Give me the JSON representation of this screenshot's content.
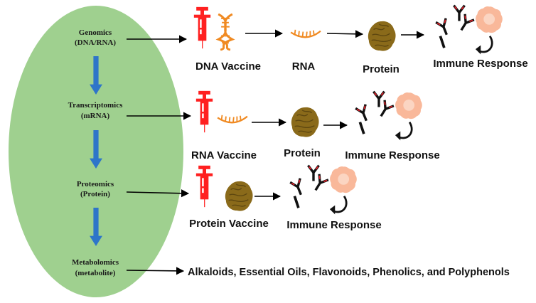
{
  "omics_levels": [
    {
      "title": "Genomics",
      "subtitle": "(DNA/RNA)"
    },
    {
      "title": "Transcriptomics",
      "subtitle": "(mRNA)"
    },
    {
      "title": "Proteomics",
      "subtitle": "(Protein)"
    },
    {
      "title": "Metabolomics",
      "subtitle": "(metabolite)"
    }
  ],
  "rows": {
    "dna": {
      "vaccine": "DNA Vaccine",
      "rna": "RNA",
      "protein": "Protein",
      "response": "Immune Response"
    },
    "rna": {
      "vaccine": "RNA Vaccine",
      "protein": "Protein",
      "response": "Immune Response"
    },
    "protein": {
      "vaccine": "Protein Vaccine",
      "response": "Immune Response"
    },
    "metabolite": {
      "compounds": "Alkaloids, Essential Oils, Flavonoids, Phenolics, and Polyphenols"
    }
  },
  "colors": {
    "ellipse": "#9fd08f",
    "flow_arrow": "#2e75c9",
    "syringe": "#ff2020",
    "dna": "#f08a22",
    "protein": "#8a6a1a",
    "antibody": "#111111",
    "antibody_tip": "#e8202a",
    "cell": "#f9b89a"
  },
  "icons": [
    "syringe-icon",
    "dna-helix-icon",
    "rna-strand-icon",
    "protein-icon",
    "antibody-icon",
    "immune-cell-icon"
  ]
}
